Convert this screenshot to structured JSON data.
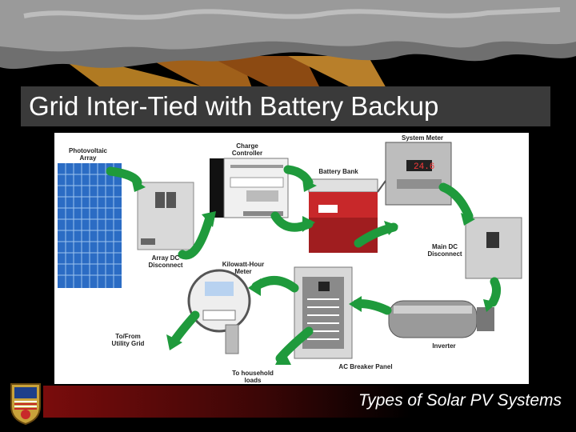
{
  "slide": {
    "title": "Grid Inter-Tied with Battery Backup",
    "footer": "Types of Solar PV Systems"
  },
  "diagram": {
    "labels": {
      "photovoltaic_array": [
        "Photovoltaic",
        "Array"
      ],
      "charge_controller": [
        "Charge",
        "Controller"
      ],
      "battery_bank": "Battery Bank",
      "system_meter": "System Meter",
      "meter_reading": "24.6",
      "array_dc_disconnect": [
        "Array DC",
        "Disconnect"
      ],
      "kilowatt_hour_meter": [
        "Kilowatt-Hour",
        "Meter"
      ],
      "main_dc_disconnect": [
        "Main DC",
        "Disconnect"
      ],
      "to_from_utility_grid": [
        "To/From",
        "Utility Grid"
      ],
      "to_household_loads": [
        "To household",
        "loads"
      ],
      "ac_breaker_panel": "AC Breaker Panel",
      "inverter": "Inverter"
    }
  },
  "colors": {
    "arrow_green": "#1f9a3c",
    "battery_red": "#c8282a",
    "panel_blue": "#3b7fd4",
    "footer_red": "#7a0c0c"
  }
}
